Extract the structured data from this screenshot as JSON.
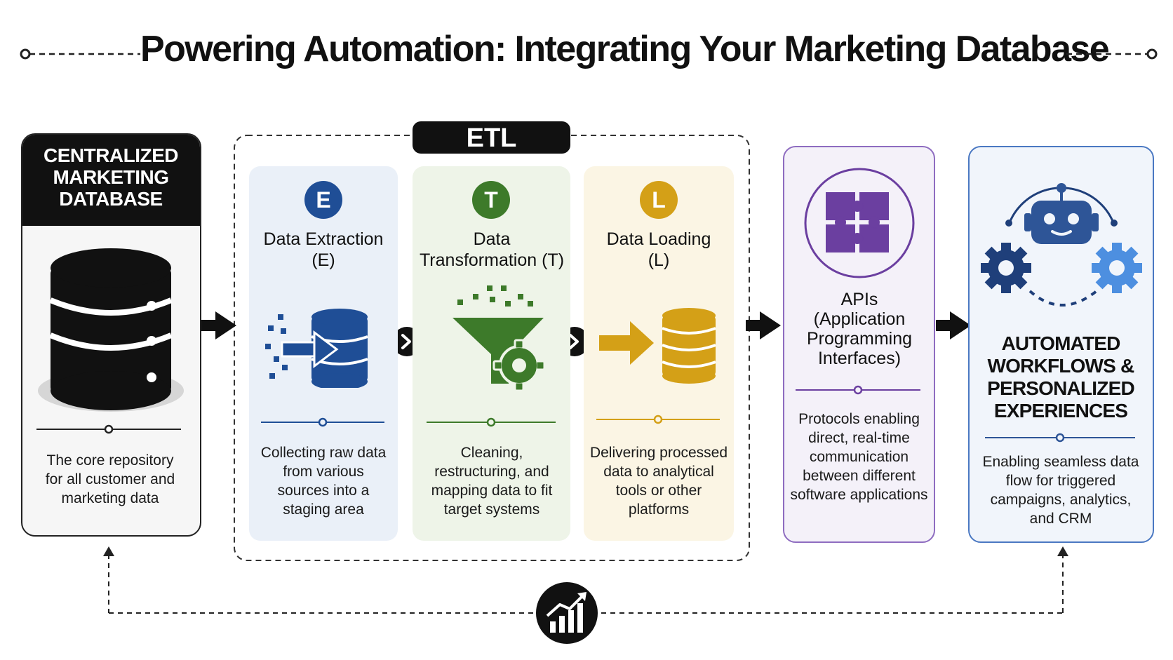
{
  "title": "Powering Automation: Integrating Your Marketing Database",
  "database": {
    "heading": "CENTRALIZED MARKETING DATABASE",
    "description": "The core repository for all customer and marketing data"
  },
  "etl": {
    "label": "ETL",
    "stages": [
      {
        "letter": "E",
        "title": "Data Extraction (E)",
        "description": "Collecting raw data from various sources into a staging area",
        "color": "#1f4e96",
        "bg": "#eaf0f8"
      },
      {
        "letter": "T",
        "title": "Data Transformation (T)",
        "description": "Cleaning, restructuring, and mapping data to fit target systems",
        "color": "#3d7a2a",
        "bg": "#eef4e8"
      },
      {
        "letter": "L",
        "title": "Data Loading (L)",
        "description": "Delivering processed data to analytical tools or other platforms",
        "color": "#d4a017",
        "bg": "#fbf5e4"
      }
    ]
  },
  "apis": {
    "heading": "APIs (Application Programming Interfaces)",
    "description": "Protocols enabling direct, real-time communication between different software applications",
    "color": "#6b3fa0"
  },
  "automation": {
    "heading": "AUTOMATED WORKFLOWS & PERSONALIZED EXPERIENCES",
    "description": "Enabling seamless data flow for triggered campaigns, analytics, and CRM",
    "color": "#2e5597"
  },
  "icons": {
    "database": "database-icon",
    "extract": "extract-icon",
    "transform": "funnel-gear-icon",
    "load": "load-icon",
    "api": "puzzle-icon",
    "automation": "robot-gears-icon",
    "analytics": "analytics-chart-icon"
  }
}
